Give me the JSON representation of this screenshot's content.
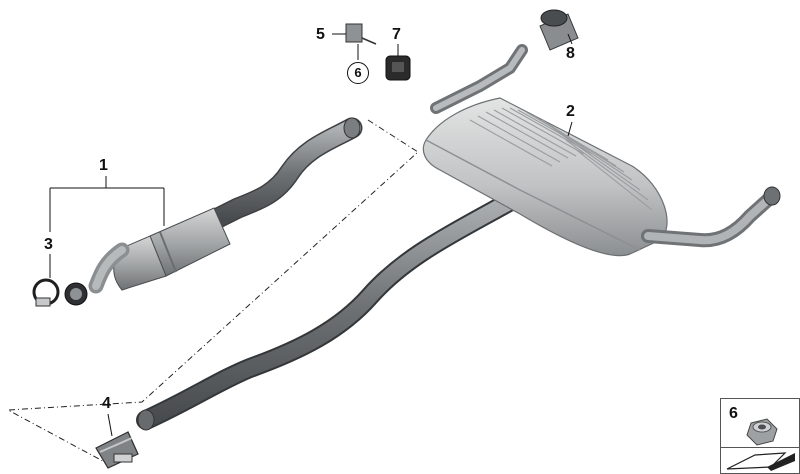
{
  "callouts": {
    "p1": "1",
    "p2": "2",
    "p3": "3",
    "p4": "4",
    "p5": "5",
    "p6_circle": "6",
    "p7": "7",
    "p8": "8"
  },
  "inset": {
    "label": "6"
  },
  "colors": {
    "line": "#111111",
    "pipe_dark": "#5f6366",
    "pipe_mid": "#8a8e91",
    "pipe_light": "#c4c7c9",
    "muffler_light": "#d7d8d8",
    "muffler_dark": "#9da0a2",
    "rubber": "#2b2b2b"
  }
}
